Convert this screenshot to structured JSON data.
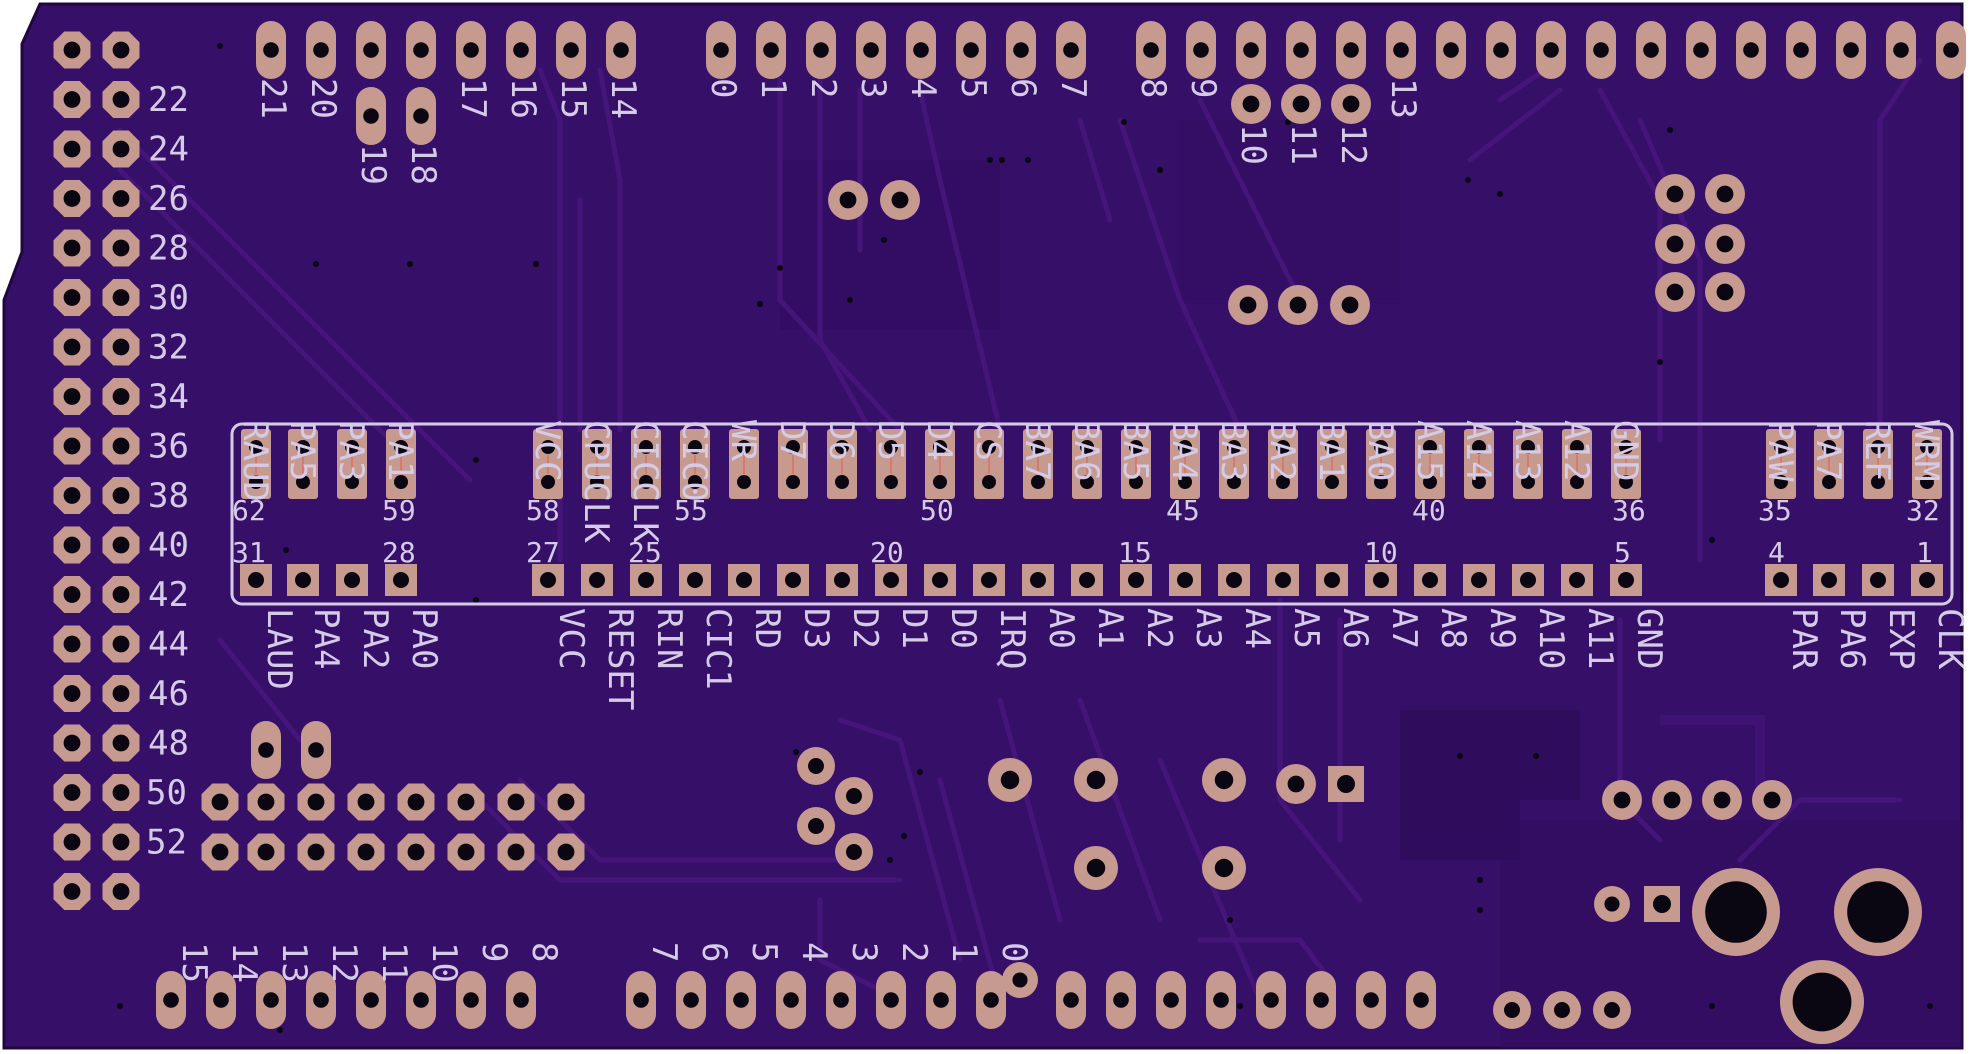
{
  "colors": {
    "board": "#360f69",
    "board_dark": "#2a0a52",
    "trace": "#45157a",
    "pad": "#c69a8e",
    "silkscreen": "#d6cbe6",
    "drill": "#0a0612"
  },
  "left_header_labels": [
    "22",
    "24",
    "26",
    "28",
    "30",
    "32",
    "34",
    "36",
    "38",
    "40",
    "42",
    "44",
    "46",
    "48",
    "50",
    "52"
  ],
  "top_left_labels": [
    "21",
    "20",
    "19",
    "18",
    "17",
    "16",
    "15",
    "14"
  ],
  "top_mid_labels": [
    "0",
    "1",
    "2",
    "3",
    "4",
    "5",
    "6",
    "7"
  ],
  "top_right_labels": [
    "8",
    "9",
    "10",
    "11",
    "12",
    "13"
  ],
  "bottom_left_labels": [
    "15",
    "14",
    "13",
    "12",
    "11",
    "10",
    "9",
    "8"
  ],
  "bottom_mid_labels": [
    "7",
    "6",
    "5",
    "4",
    "3",
    "2",
    "1",
    "0"
  ],
  "slot_top_labels": [
    "RAUD",
    "PA5",
    "PA3",
    "PA1",
    "VCC",
    "CPUCLK",
    "CICCLK",
    "CIC0",
    "WR",
    "D7",
    "D6",
    "D5",
    "D4",
    "CS",
    "BA7",
    "BA6",
    "BA5",
    "BA4",
    "BA3",
    "BA2",
    "BA1",
    "BA0",
    "A15",
    "A14",
    "A13",
    "A12",
    "GND",
    "PAW",
    "PA7",
    "REF",
    "WRM"
  ],
  "slot_bottom_labels": [
    "LAUD",
    "PA4",
    "PA2",
    "PA0",
    "VCC",
    "RESET",
    "RIN",
    "CIC1",
    "RD",
    "D3",
    "D2",
    "D1",
    "D0",
    "IRQ",
    "A0",
    "A1",
    "A2",
    "A3",
    "A4",
    "A5",
    "A6",
    "A7",
    "A8",
    "A9",
    "A10",
    "A11",
    "GND",
    "PAR",
    "PA6",
    "EXP",
    "CLK"
  ],
  "slot_top_numbers": [
    "62",
    "59",
    "58",
    "55",
    "50",
    "45",
    "40",
    "36",
    "35",
    "32"
  ],
  "slot_bottom_numbers": [
    "31",
    "28",
    "27",
    "25",
    "20",
    "15",
    "10",
    "5",
    "4",
    "1"
  ]
}
